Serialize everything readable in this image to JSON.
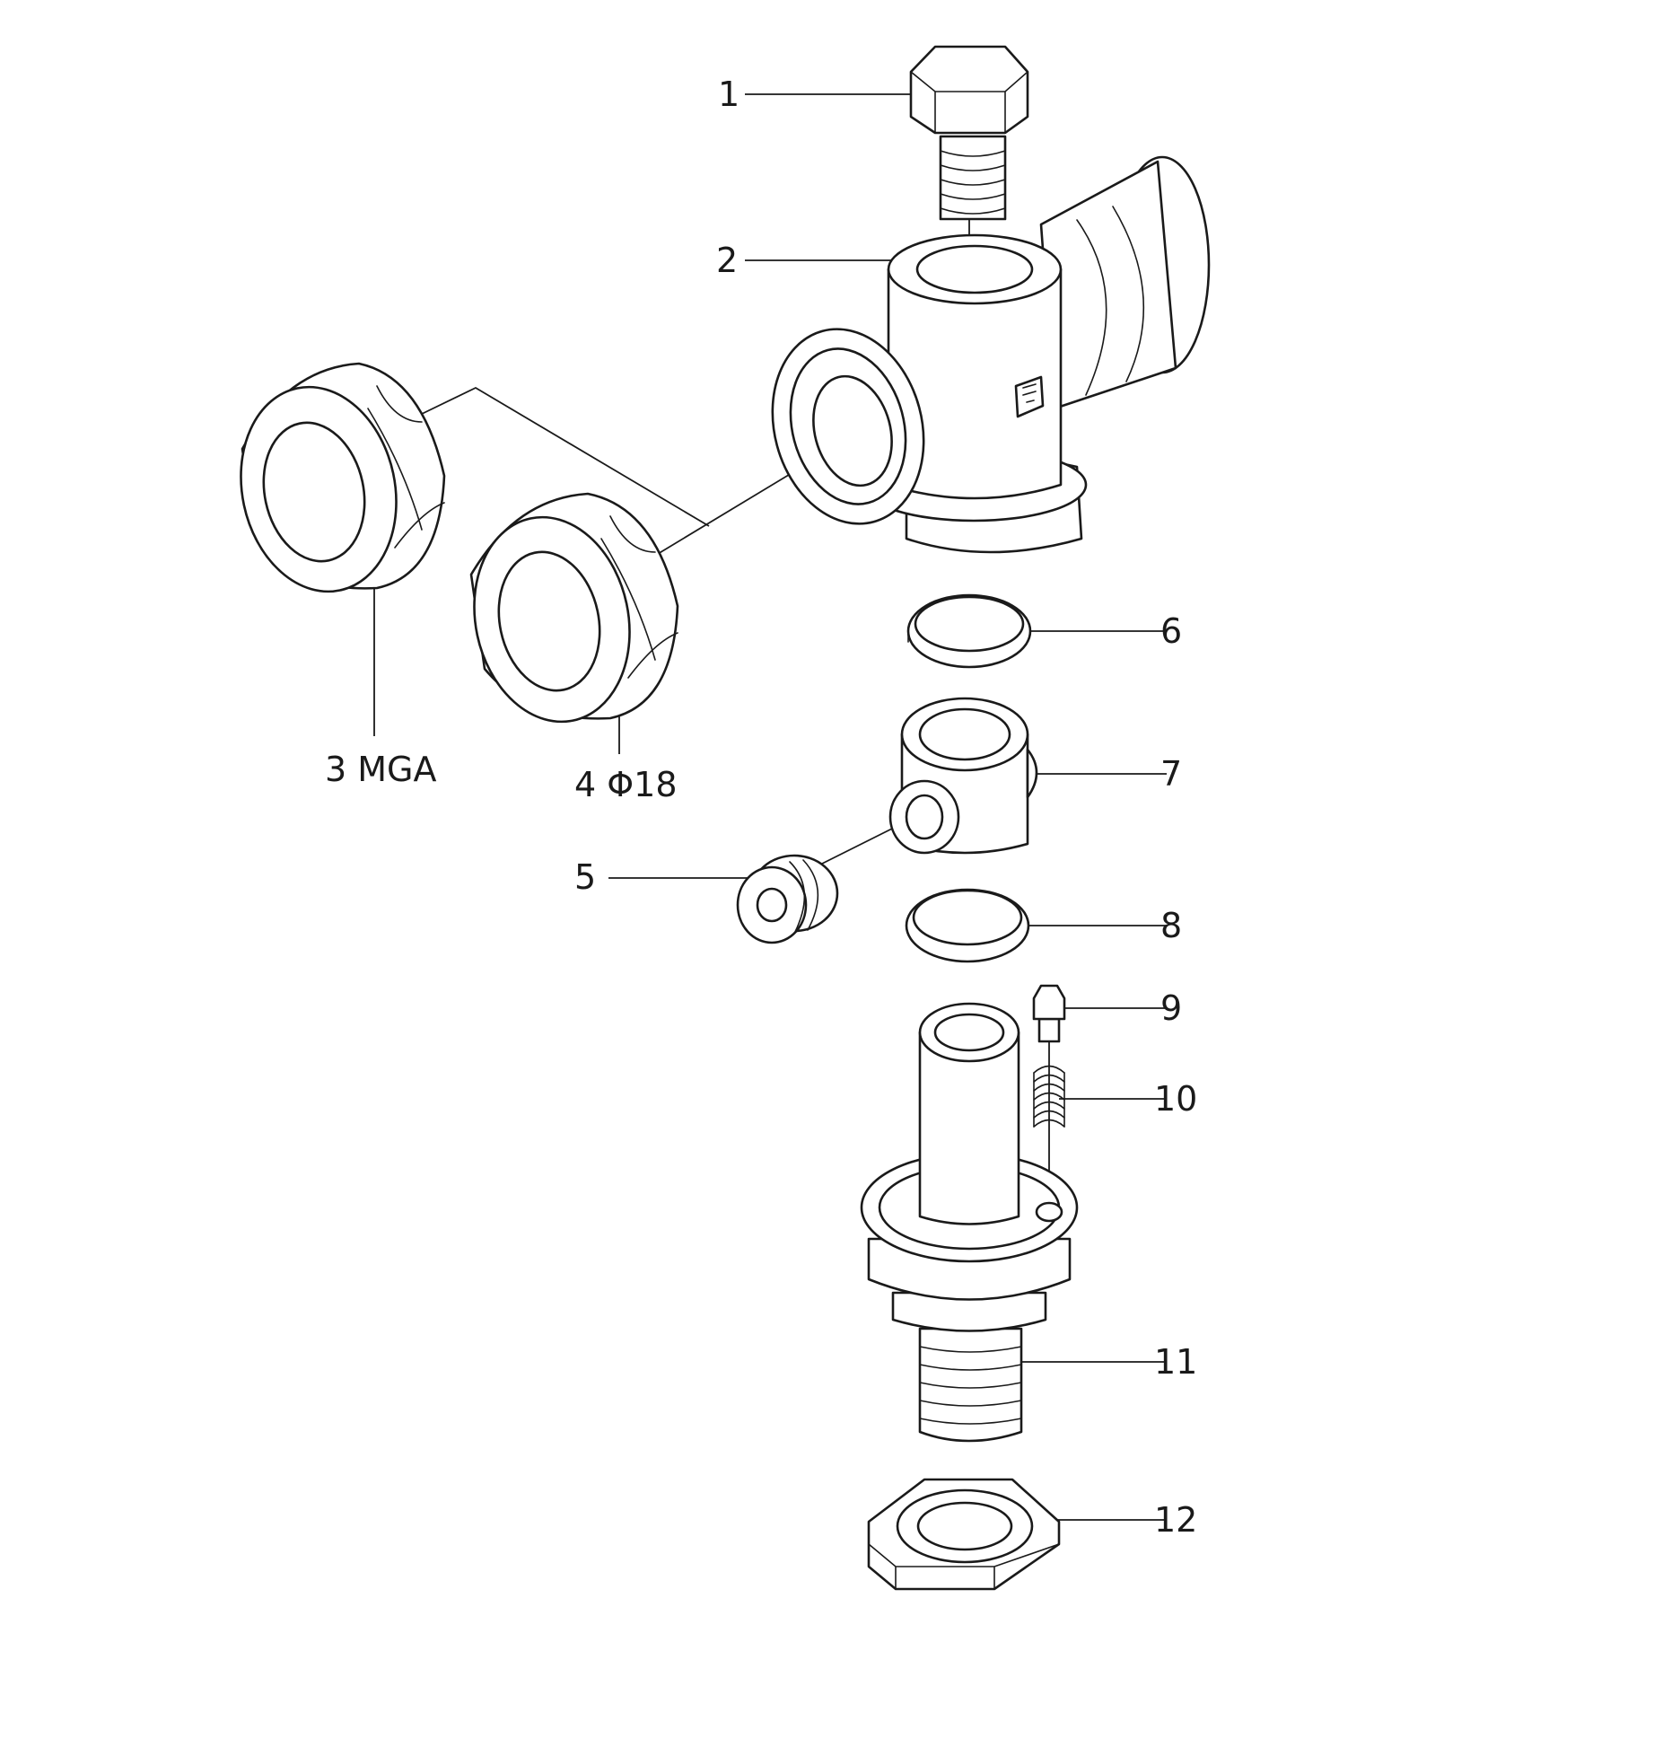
{
  "labels": {
    "p1": "1",
    "p2": "2",
    "p3": "3 MGA",
    "p4": "4 Φ18",
    "p5": "5",
    "p6": "6",
    "p7": "7",
    "p8": "8",
    "p9": "9",
    "p10": "10",
    "p11": "11",
    "p12": "12"
  }
}
